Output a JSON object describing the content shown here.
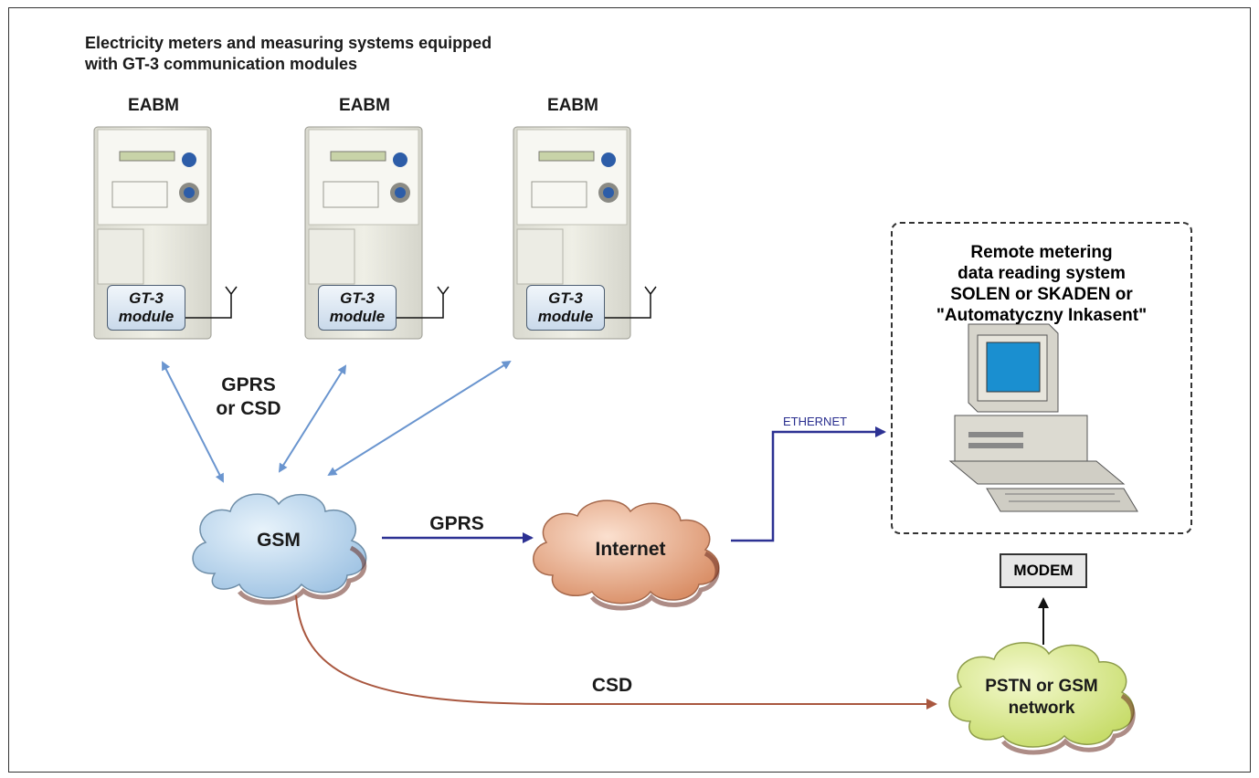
{
  "title_line1": "Electricity meters and measuring systems equipped",
  "title_line2": "with GT-3 communication modules",
  "meters": [
    {
      "label": "EABM",
      "module_line1": "GT-3",
      "module_line2": "module"
    },
    {
      "label": "EABM",
      "module_line1": "GT-3",
      "module_line2": "module"
    },
    {
      "label": "EABM",
      "module_line1": "GT-3",
      "module_line2": "module"
    }
  ],
  "links": {
    "meter_link_line1": "GPRS",
    "meter_link_line2": "or CSD",
    "gsm_internet": "GPRS",
    "gsm_pstn": "CSD",
    "internet_system": "ETHERNET"
  },
  "clouds": {
    "gsm": "GSM",
    "internet": "Internet",
    "pstn_line1": "PSTN or GSM",
    "pstn_line2": "network"
  },
  "system": {
    "line1": "Remote metering",
    "line2": "data reading system",
    "line3": "SOLEN or SKADEN or",
    "line4": "\"Automatyczny Inkasent\""
  },
  "modem": "MODEM",
  "colors": {
    "gsm_cloud": "#bcd8ef",
    "internet_cloud": "#e9a985",
    "pstn_cloud": "#dfee8e",
    "wireless_arrow": "#6a95cf",
    "gprs_arrow": "#2c3193",
    "csd_arrow": "#a9573f"
  }
}
